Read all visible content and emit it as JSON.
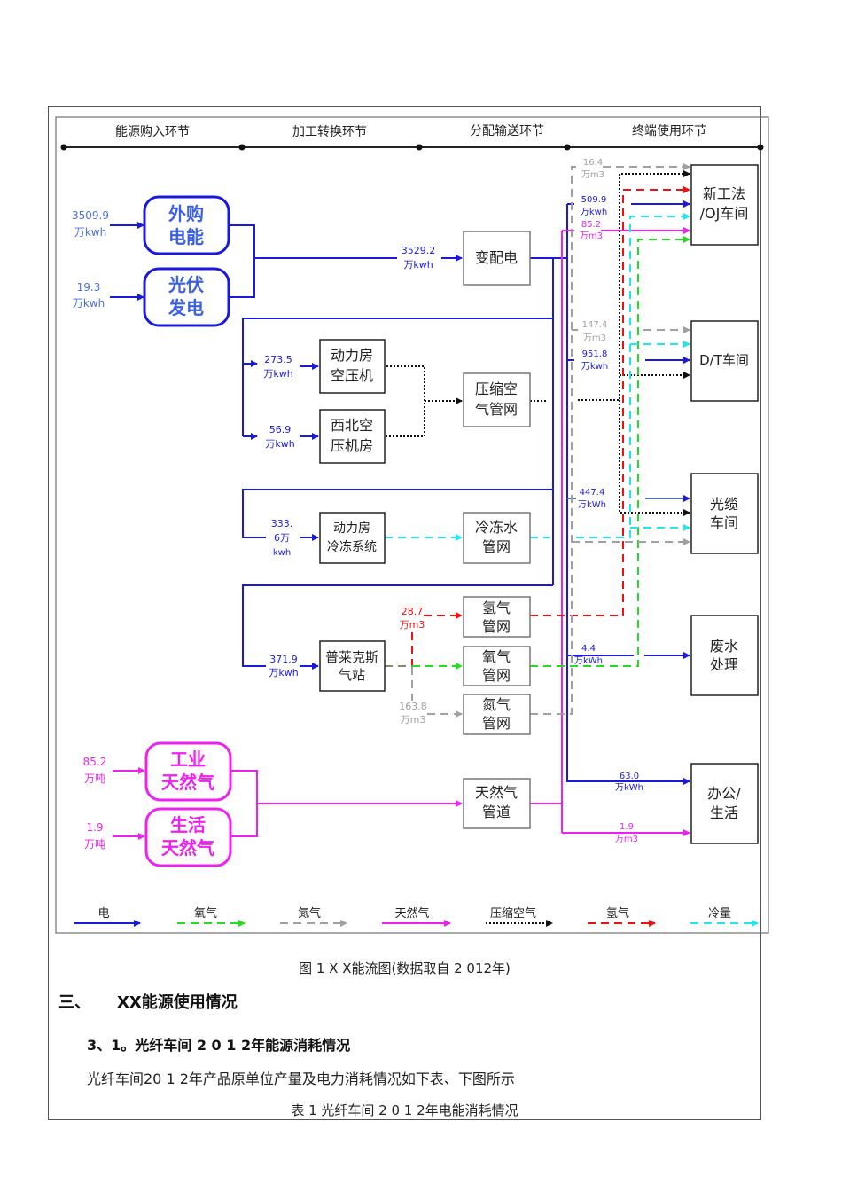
{
  "stages": [
    "能源购入环节",
    "加工转换环节",
    "分配输送环节",
    "终端使用环节"
  ],
  "colors": {
    "electric": "#1a1adf",
    "electric_label": "#4a6fe0",
    "oxygen": "#22dd22",
    "nitrogen": "#a0a0a0",
    "natural_gas": "#ee22ee",
    "compressed_air": "#111111",
    "hydrogen": "#ee1111",
    "cooling": "#22e6ee"
  },
  "sources": [
    {
      "id": "buy-power",
      "label_1": "外购",
      "label_2": "电能",
      "value": "3509.9",
      "unit": "万kwh"
    },
    {
      "id": "pv-power",
      "label_1": "光伏",
      "label_2": "发电",
      "value": "19.3",
      "unit": "万kwh"
    },
    {
      "id": "industrial-gas",
      "label_1": "工业",
      "label_2": "天然气",
      "value": "85.2",
      "unit": "万吨"
    },
    {
      "id": "domestic-gas",
      "label_1": "生活",
      "label_2": "天然气",
      "value": "1.9",
      "unit": "万吨"
    }
  ],
  "nodes": {
    "substation": {
      "label_1": "变配电",
      "in_value": "3529.2",
      "in_unit": "万kwh"
    },
    "power_room_compressor": {
      "label_1": "动力房",
      "label_2": "空压机",
      "in_value": "273.5",
      "in_unit": "万kwh"
    },
    "nw_compressor": {
      "label_1": "西北空",
      "label_2": "压机房",
      "in_value": "56.9",
      "in_unit": "万kwh"
    },
    "compressed_air_net": {
      "label_1": "压缩空",
      "label_2": "气管网"
    },
    "power_room_cooling": {
      "label_1": "动力房",
      "label_2": "冷冻系统",
      "in_value_1": "333.",
      "in_value_2": "6万",
      "in_unit": "kwh"
    },
    "chilled_water_net": {
      "label_1": "冷冻水",
      "label_2": "管网"
    },
    "praxair_station": {
      "label_1": "普莱克斯",
      "label_2": "气站",
      "in_value": "371.9",
      "in_unit": "万kwh"
    },
    "hydrogen_net": {
      "label_1": "氢气",
      "label_2": "管网",
      "value": "28.7",
      "unit": "万m3"
    },
    "oxygen_net": {
      "label_1": "氧气",
      "label_2": "管网"
    },
    "nitrogen_net": {
      "label_1": "氮气",
      "label_2": "管网",
      "value": "163.8",
      "unit": "万m3"
    },
    "gas_pipeline": {
      "label_1": "天然气",
      "label_2": "管道"
    }
  },
  "consumers": [
    {
      "id": "new-process",
      "label_1": "新工法",
      "label_2": "/OJ车间",
      "flows": [
        {
          "value": "16.4",
          "unit": "万m3",
          "kind": "nitrogen"
        },
        {
          "value": "509.9",
          "unit": "万kwh",
          "kind": "electric"
        },
        {
          "value": "85.2",
          "unit": "万m3",
          "kind": "natural_gas"
        }
      ]
    },
    {
      "id": "dt-workshop",
      "label_1": "D/T车间",
      "label_2": "",
      "flows": [
        {
          "value": "147.4",
          "unit": "万m3",
          "kind": "nitrogen"
        },
        {
          "value": "951.8",
          "unit": "万kwh",
          "kind": "electric"
        }
      ]
    },
    {
      "id": "cable-workshop",
      "label_1": "光缆",
      "label_2": "车间",
      "flows": [
        {
          "value": "447.4",
          "unit": "万kWh",
          "kind": "electric"
        }
      ]
    },
    {
      "id": "wastewater",
      "label_1": "废水",
      "label_2": "处理",
      "flows": [
        {
          "value": "4.4",
          "unit": "万kWh",
          "kind": "electric"
        }
      ]
    },
    {
      "id": "office-living",
      "label_1": "办公/",
      "label_2": "生活",
      "flows": [
        {
          "value": "63.0",
          "unit": "万kWh",
          "kind": "electric"
        },
        {
          "value": "1.9",
          "unit": "万m3",
          "kind": "natural_gas"
        }
      ]
    }
  ],
  "legend": [
    {
      "label": "电",
      "kind": "electric"
    },
    {
      "label": "氧气",
      "kind": "oxygen"
    },
    {
      "label": "氮气",
      "kind": "nitrogen"
    },
    {
      "label": "天然气",
      "kind": "natural_gas"
    },
    {
      "label": "压缩空气",
      "kind": "compressed_air"
    },
    {
      "label": "氢气",
      "kind": "hydrogen"
    },
    {
      "label": "冷量",
      "kind": "cooling"
    }
  ],
  "text": {
    "figure_caption": "图 1  X X能流图(数据取自 2 012年)",
    "section_number": "三、",
    "section_title": "XX能源使用情况",
    "subsection_title": "3、1。光纤车间 2 0 1 2年能源消耗情况",
    "paragraph": "光纤车间20 1 2年产品原单位产量及电力消耗情况如下表、下图所示",
    "table_caption": "表    1 光纤车间 2 0 1 2年电能消耗情况"
  }
}
